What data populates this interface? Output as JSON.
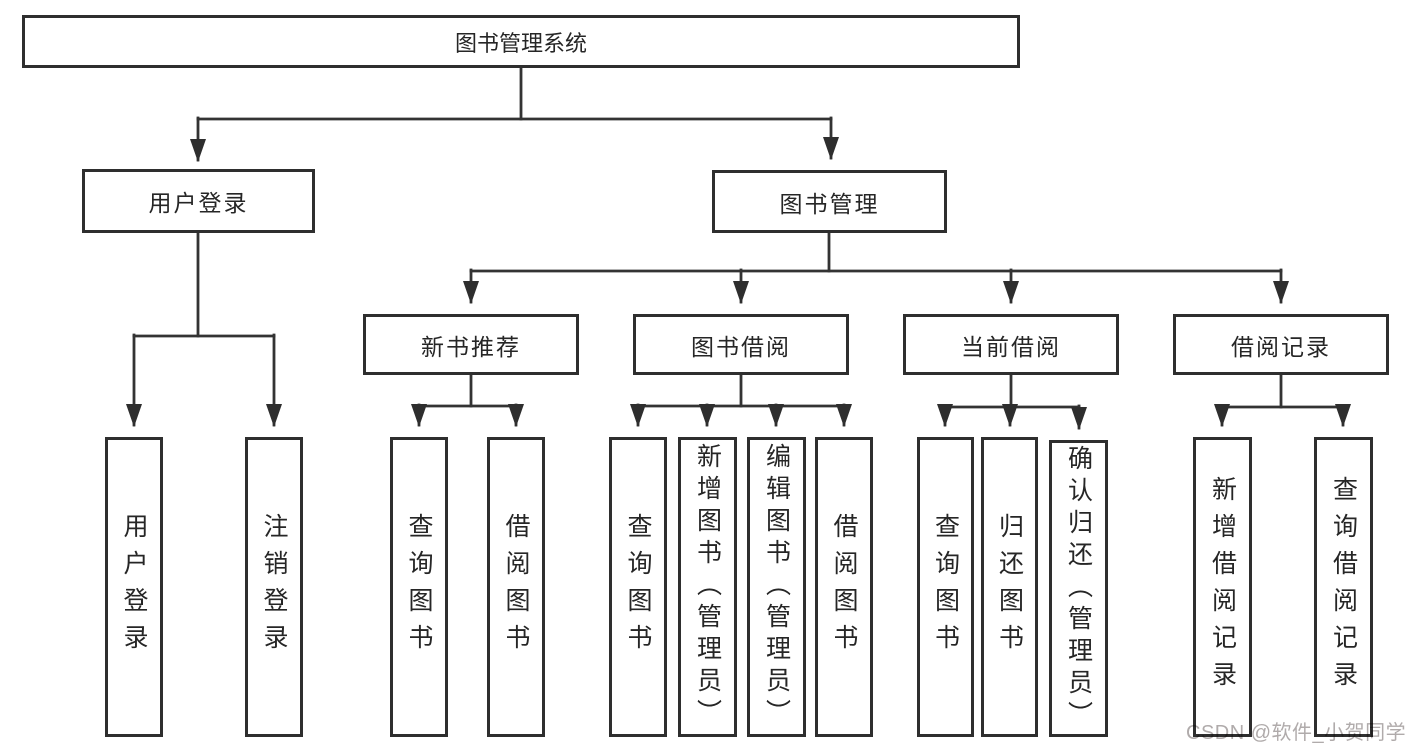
{
  "diagram": {
    "root": "图书管理系统",
    "level2": {
      "user_login": "用户登录",
      "book_mgmt": "图书管理"
    },
    "level3": {
      "new_books": "新书推荐",
      "borrow": "图书借阅",
      "current": "当前借阅",
      "records": "借阅记录"
    },
    "leaves": {
      "user_login": [
        "用户登录",
        "注销登录"
      ],
      "new_books": [
        "查询图书",
        "借阅图书"
      ],
      "borrow": [
        "查询图书",
        "新增图书（管理员）",
        "编辑图书（管理员）",
        "借阅图书"
      ],
      "current": [
        "查询图书",
        "归还图书",
        "确认归还（管理员）"
      ],
      "records": [
        "新增借阅记录",
        "查询借阅记录"
      ]
    }
  },
  "watermark": "CSDN @软件_小贺同学",
  "colors": {
    "line": "#333333",
    "box_border": "#2e2e2e",
    "text": "#262626",
    "watermark": "#b0abab",
    "background": "#ffffff"
  }
}
